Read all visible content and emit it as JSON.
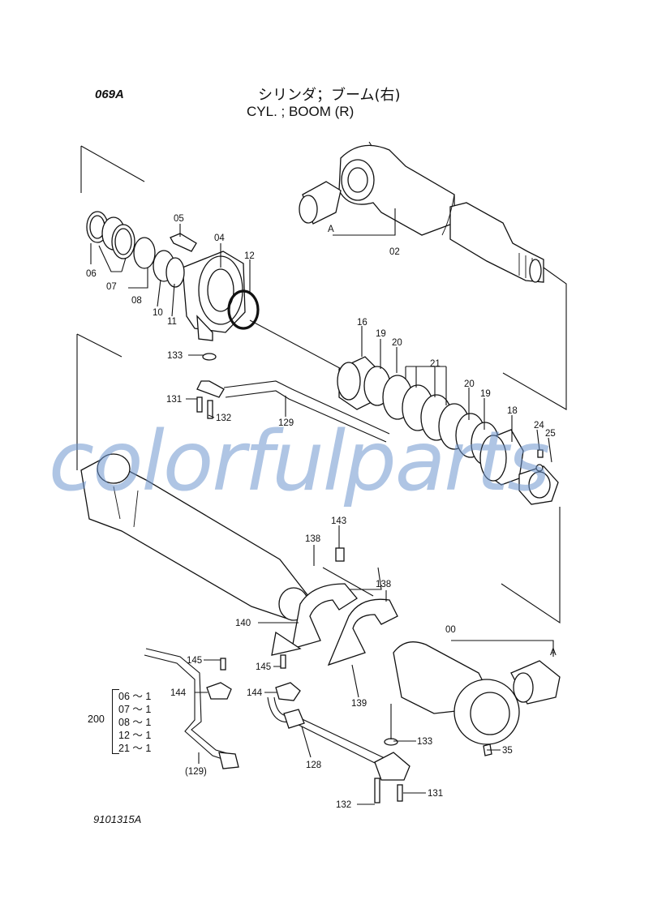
{
  "header": {
    "page_code": "069A",
    "title_jp": "シリンダ；ブーム(右)",
    "title_en": "CYL. ; BOOM (R)"
  },
  "footer": {
    "doc_number": "9101315A"
  },
  "watermark": {
    "text": "colorfulparts",
    "color": "#6e96cd"
  },
  "callouts": {
    "c00": "00",
    "c02": "02",
    "c04": "04",
    "c05": "05",
    "c06": "06",
    "c07": "07",
    "c08": "08",
    "c10": "10",
    "c11": "11",
    "c12": "12",
    "c16": "16",
    "c18": "18",
    "c19a": "19",
    "c19b": "19",
    "c20a": "20",
    "c20b": "20",
    "c21": "21",
    "c24": "24",
    "c25": "25",
    "c35": "35",
    "c128": "128",
    "c129": "129",
    "c129p": "(129)",
    "c131a": "131",
    "c131b": "131",
    "c132a": "132",
    "c132b": "132",
    "c133a": "133",
    "c133b": "133",
    "c138a": "138",
    "c138b": "138",
    "c139": "139",
    "c140": "140",
    "c143": "143",
    "c144a": "144",
    "c144b": "144",
    "c145a": "145",
    "c145b": "145",
    "cA1": "A",
    "cA2": "A"
  },
  "kit": {
    "assembly": "200",
    "items": [
      {
        "part": "06",
        "sep": "～",
        "qty": "1"
      },
      {
        "part": "07",
        "sep": "～",
        "qty": "1"
      },
      {
        "part": "08",
        "sep": "～",
        "qty": "1"
      },
      {
        "part": "12",
        "sep": "～",
        "qty": "1"
      },
      {
        "part": "21",
        "sep": "～",
        "qty": "1"
      }
    ]
  }
}
